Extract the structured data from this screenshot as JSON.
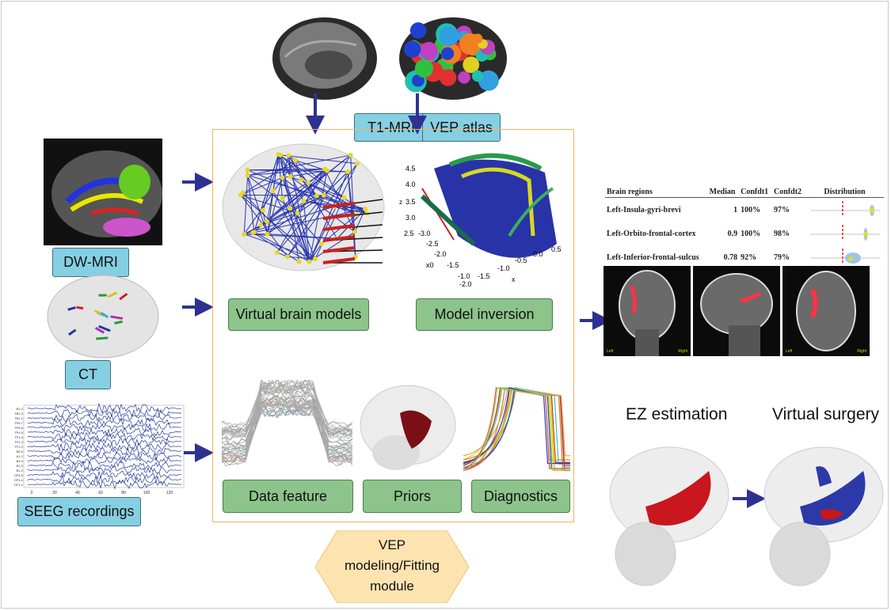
{
  "inputs": {
    "t1_mri": "T1-MRI",
    "vep_atlas": "VEP atlas",
    "dw_mri": "DW-MRI",
    "ct": "CT",
    "seeg": "SEEG recordings"
  },
  "module": {
    "virtual_brain_models": "Virtual brain models",
    "model_inversion": "Model inversion",
    "data_feature": "Data feature",
    "priors": "Priors",
    "diagnostics": "Diagnostics",
    "title_line1": "VEP",
    "title_line2": "modeling/Fitting",
    "title_line3": "module"
  },
  "model_inversion_plot": {
    "z_label": "z",
    "x0_label": "x0",
    "x_label": "x",
    "z_ticks": [
      "4.5",
      "4.0",
      "3.5",
      "3.0",
      "2.5"
    ],
    "x0_ticks": [
      "-3.0",
      "-2.5",
      "-2.0",
      "-1.5",
      "-1.0"
    ],
    "x_ticks": [
      "-2.0",
      "-1.5",
      "-1.0",
      "-0.5",
      "0.0",
      "0.5"
    ]
  },
  "seeg_plot": {
    "channels": [
      "B1-2",
      "TB2-3",
      "TB1-2",
      "TP6-7",
      "TP5-6",
      "TP4-5",
      "TP3-4",
      "TP2-3",
      "TP1-2",
      "B5-6",
      "A1-2",
      "B3-4",
      "B2-3",
      "B1-2",
      "OF4-5",
      "OF3-4",
      "OF1-2"
    ],
    "x_ticks": [
      "0",
      "20",
      "40",
      "60",
      "80",
      "100",
      "120"
    ]
  },
  "results_table": {
    "headers": [
      "Brain regions",
      "Median",
      "Confdt1",
      "Confdt2",
      "Distribution"
    ],
    "rows": [
      {
        "region": "Left-Insula-gyri-brevi",
        "median": "1",
        "c1": "100%",
        "c2": "97%"
      },
      {
        "region": "Left-Orbito-frontal-cortex",
        "median": "0.9",
        "c1": "100%",
        "c2": "98%"
      },
      {
        "region": "Left-Inferior-frontal-sulcus",
        "median": "0.78",
        "c1": "92%",
        "c2": "79%"
      }
    ]
  },
  "mri_views": {
    "left": "Left",
    "right": "Right"
  },
  "outputs": {
    "ez_estimation": "EZ estimation",
    "virtual_surgery": "Virtual surgery"
  },
  "colors": {
    "arrow": "#2e3192",
    "input_label": "#86cfe3",
    "module_label": "#8cc48c",
    "module_border": "#f2b266",
    "hexagon": "#fde3b0",
    "ez_region": "#c8171e",
    "surgery_region": "#2b3aa8"
  }
}
